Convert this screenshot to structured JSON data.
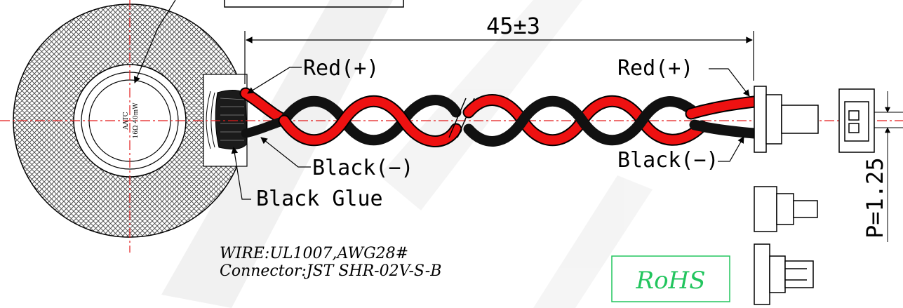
{
  "dimension": {
    "length": "45±3",
    "pitch": "P=1.25"
  },
  "speaker": {
    "brand": "AATC",
    "spec": "16Ω  40mW"
  },
  "labels": {
    "red_left": "Red(+)",
    "red_right": "Red(+)",
    "black_left": "Black(−)",
    "black_right": "Black(−)",
    "glue": "Black Glue"
  },
  "specs": {
    "wire": "WIRE:UL1007,AWG28#",
    "connector": "Connector:JST  SHR-02V-S-B"
  },
  "badge": {
    "text": "RoHS",
    "color": "#22c55e"
  },
  "colors": {
    "red_wire": "#ee1111",
    "black_wire": "#111111",
    "center_line": "#e31b1b",
    "watermark": "#e4e4e4"
  }
}
